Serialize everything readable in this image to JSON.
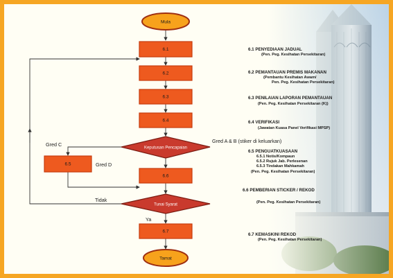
{
  "colors": {
    "border": "#f6a623",
    "box_fill": "#ee5a1f",
    "box_stroke": "#c63c0f",
    "terminal_fill": "#f7a21c",
    "terminal_stroke": "#9e2f12",
    "diamond_fill": "#c93a2d",
    "panel": "#fffef4"
  },
  "nodes": {
    "start": "Mula",
    "s61": "6.1",
    "s62": "6.2",
    "s63": "6.3",
    "s64": "6.4",
    "decision1": "Keputusan Pencapaian",
    "s65": "6.5",
    "s66": "6.6",
    "decision2": "Tunai Syarat",
    "s67": "6.7",
    "end": "Tamat"
  },
  "edges": {
    "gred_c": "Gred C",
    "gred_d": "Gred D",
    "gred_ab": "Gred A & B (stiker di keluarkan)",
    "tidak": "Tidak",
    "ya": "Ya"
  },
  "descriptions": {
    "d61": {
      "title": "6.1   PENYEDIAAN  JADUAL",
      "lines": [
        "(Pen. Peg. Kesihatan Persekitaran)"
      ]
    },
    "d62": {
      "title": "6.2   PEMANTAUAN  PREMIS  MAKANAN",
      "lines": [
        "(Pembantu Kesihatan Awam/",
        "Pen. Peg. Kesihatan Persekitaran)"
      ]
    },
    "d63": {
      "title": "6.3   PENILAIAN  LAPORAN PEMANTAUAN",
      "lines": [
        "(Pen. Peg. Kesihatan Persekitaran (K))"
      ]
    },
    "d64": {
      "title": "6.4   VERIFIKASI",
      "lines": [
        "(Jawatan Kuasa Panel Verifikasi MPSP)"
      ]
    },
    "d65": {
      "title": "6.5   PENGUATKUASAAN",
      "lines": [
        "6.5.1 Notis/Kompaun",
        "6.5.2 Rujuk Jab. Perlesenan",
        "6.5.3 Tindakan Mahkamah",
        "(Pen. Peg. Kesihatan Persekitaran)"
      ]
    },
    "d66": {
      "title": "6.6  PEMBERIAN  STICKER  / REKOD",
      "lines": [
        "(Pen. Peg. Kesihatan Persekitaran)"
      ]
    },
    "d67": {
      "title": "6.7   KEMASKINI  REKOD",
      "lines": [
        "(Pen. Peg. Kesihatan Persekitaran)"
      ]
    }
  }
}
